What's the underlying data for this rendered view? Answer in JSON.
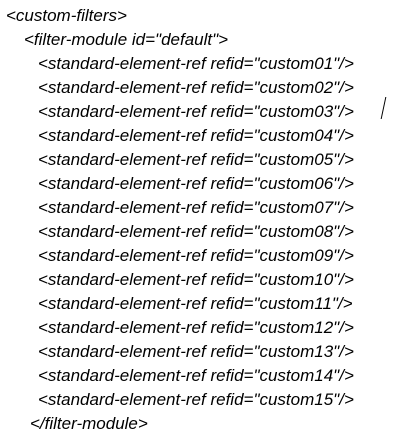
{
  "document": {
    "open_root": "<custom-filters>",
    "open_module": "<filter-module id=\"default\">",
    "refs": [
      "<standard-element-ref refid=\"custom01\"/>",
      "<standard-element-ref refid=\"custom02\"/>",
      "<standard-element-ref refid=\"custom03\"/>",
      "<standard-element-ref refid=\"custom04\"/>",
      "<standard-element-ref refid=\"custom05\"/>",
      "<standard-element-ref refid=\"custom06\"/>",
      "<standard-element-ref refid=\"custom07\"/>",
      "<standard-element-ref refid=\"custom08\"/>",
      "<standard-element-ref refid=\"custom09\"/>",
      "<standard-element-ref refid=\"custom10\"/>",
      "<standard-element-ref refid=\"custom11\"/>",
      "<standard-element-ref refid=\"custom12\"/>",
      "<standard-element-ref refid=\"custom13\"/>",
      "<standard-element-ref refid=\"custom14\"/>",
      "<standard-element-ref refid=\"custom15\"/>"
    ],
    "close_module": "</filter-module>"
  }
}
